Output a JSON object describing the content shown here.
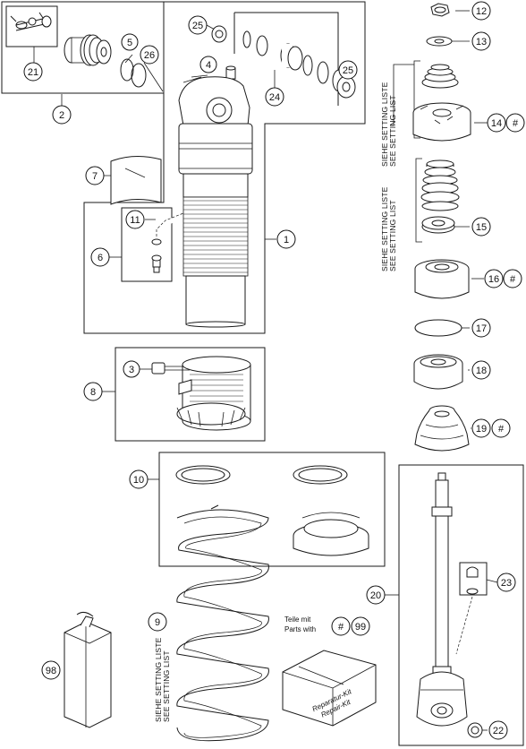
{
  "callouts": [
    {
      "key": "c1",
      "text": "1"
    },
    {
      "key": "c2",
      "text": "2"
    },
    {
      "key": "c3",
      "text": "3"
    },
    {
      "key": "c4",
      "text": "4"
    },
    {
      "key": "c5",
      "text": "5"
    },
    {
      "key": "c6",
      "text": "6"
    },
    {
      "key": "c7",
      "text": "7"
    },
    {
      "key": "c8",
      "text": "8"
    },
    {
      "key": "c9",
      "text": "9"
    },
    {
      "key": "c10",
      "text": "10"
    },
    {
      "key": "c11",
      "text": "11"
    },
    {
      "key": "c12",
      "text": "12"
    },
    {
      "key": "c13",
      "text": "13"
    },
    {
      "key": "c14",
      "text": "14"
    },
    {
      "key": "c15",
      "text": "15"
    },
    {
      "key": "c16",
      "text": "16"
    },
    {
      "key": "c17",
      "text": "17"
    },
    {
      "key": "c18",
      "text": "18"
    },
    {
      "key": "c19",
      "text": "19"
    },
    {
      "key": "c20",
      "text": "20"
    },
    {
      "key": "c21",
      "text": "21"
    },
    {
      "key": "c22",
      "text": "22"
    },
    {
      "key": "c23",
      "text": "23"
    },
    {
      "key": "c24",
      "text": "24"
    },
    {
      "key": "c25a",
      "text": "25"
    },
    {
      "key": "c25b",
      "text": "25"
    },
    {
      "key": "c26",
      "text": "26"
    },
    {
      "key": "c98",
      "text": "98"
    },
    {
      "key": "c99",
      "text": "99"
    },
    {
      "key": "h14",
      "text": "#"
    },
    {
      "key": "h16",
      "text": "#"
    },
    {
      "key": "h19",
      "text": "#"
    },
    {
      "key": "h99",
      "text": "#"
    }
  ],
  "setting_list": {
    "de": "SIEHE SETTING LISTE",
    "en": "SEE SETTING LIST"
  },
  "parts_with": {
    "de": "Teile mit",
    "en": "Parts with"
  },
  "repair_kit": {
    "de": "Reparatur-Kit",
    "en": "Repair-Kit"
  }
}
